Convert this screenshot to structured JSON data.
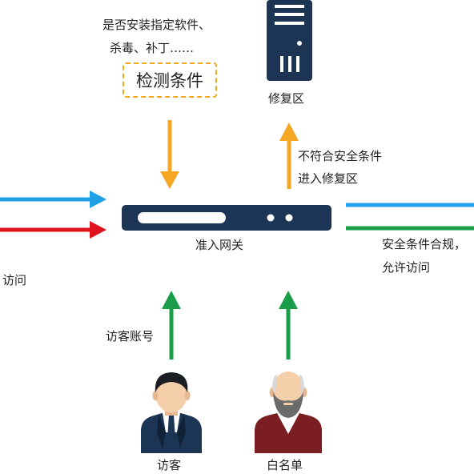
{
  "top_note": {
    "line1": "是否安装指定软件、",
    "line2": "杀毒、补丁……"
  },
  "condition_box": "检测条件",
  "repair_zone": "修复区",
  "fail_note": {
    "line1": "不符合安全条件",
    "line2": "进入修复区"
  },
  "gateway": "准入网关",
  "pass_note": {
    "line1": "安全条件合规，",
    "line2": "允许访问"
  },
  "left_cut_text": "访问",
  "guest_arrow_label": "访客账号",
  "guest": "访客",
  "whitelist": "白名单",
  "colors": {
    "orange": "#f5a623",
    "blue": "#1fa1e8",
    "red": "#e0141e",
    "green": "#1a9c48",
    "navy": "#1c3554"
  }
}
